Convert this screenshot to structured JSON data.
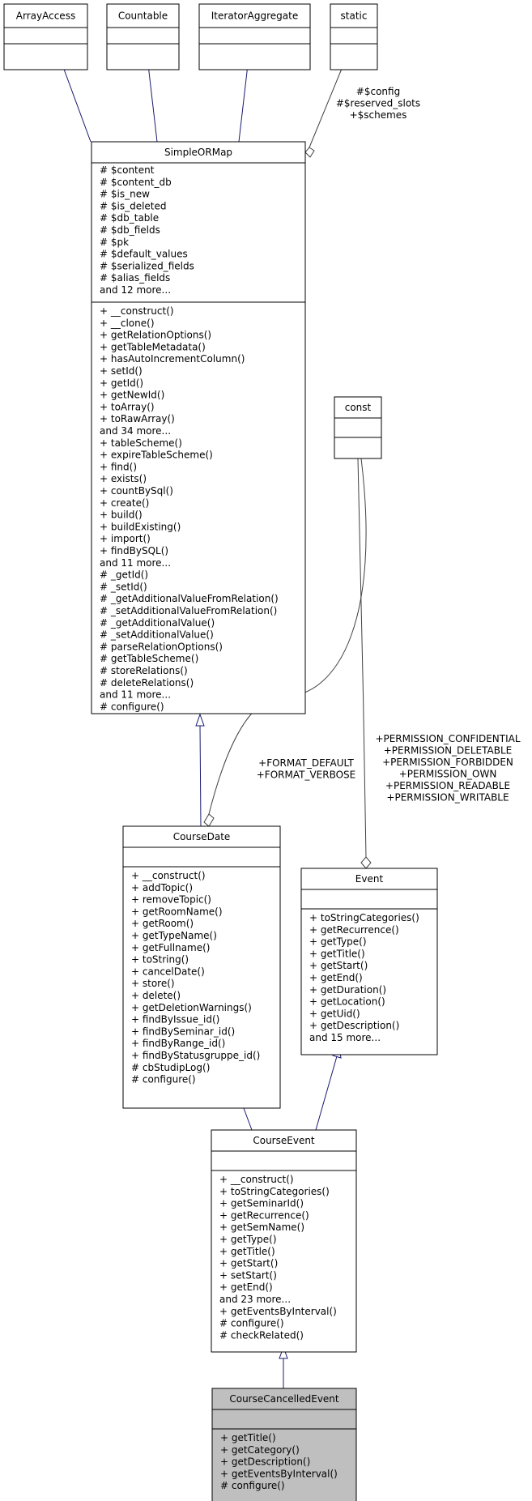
{
  "classes": {
    "array_access": {
      "name": "ArrayAccess",
      "attributes": [],
      "methods": []
    },
    "countable": {
      "name": "Countable",
      "attributes": [],
      "methods": []
    },
    "iterator_aggregate": {
      "name": "IteratorAggregate",
      "attributes": [],
      "methods": []
    },
    "static": {
      "name": "static",
      "attributes": [],
      "methods": []
    },
    "simple_or_map": {
      "name": "SimpleORMap",
      "attributes": [
        "# $content",
        "# $content_db",
        "# $is_new",
        "# $is_deleted",
        "# $db_table",
        "# $db_fields",
        "# $pk",
        "# $default_values",
        "# $serialized_fields",
        "# $alias_fields",
        "and 12 more..."
      ],
      "methods": [
        "+ __construct()",
        "+ __clone()",
        "+ getRelationOptions()",
        "+ getTableMetadata()",
        "+ hasAutoIncrementColumn()",
        "+ setId()",
        "+ getId()",
        "+ getNewId()",
        "+ toArray()",
        "+ toRawArray()",
        "and 34 more...",
        "+ tableScheme()",
        "+ expireTableScheme()",
        "+ find()",
        "+ exists()",
        "+ countBySql()",
        "+ create()",
        "+ build()",
        "+ buildExisting()",
        "+ import()",
        "+ findBySQL()",
        "and 11 more...",
        "# _getId()",
        "# _setId()",
        "# _getAdditionalValueFromRelation()",
        "# _setAdditionalValueFromRelation()",
        "# _getAdditionalValue()",
        "# _setAdditionalValue()",
        "# parseRelationOptions()",
        "# getTableScheme()",
        "# storeRelations()",
        "# deleteRelations()",
        "and 11 more...",
        "# configure()"
      ]
    },
    "const": {
      "name": "const",
      "attributes": [],
      "methods": []
    },
    "course_date": {
      "name": "CourseDate",
      "attributes": [],
      "methods": [
        "+ __construct()",
        "+ addTopic()",
        "+ removeTopic()",
        "+ getRoomName()",
        "+ getRoom()",
        "+ getTypeName()",
        "+ getFullname()",
        "+ toString()",
        "+ cancelDate()",
        "+ store()",
        "+ delete()",
        "+ getDeletionWarnings()",
        "+ findByIssue_id()",
        "+ findBySeminar_id()",
        "+ findByRange_id()",
        "+ findByStatusgruppe_id()",
        "# cbStudipLog()",
        "# configure()"
      ]
    },
    "event": {
      "name": "Event",
      "attributes": [],
      "methods": [
        "+ toStringCategories()",
        "+ getRecurrence()",
        "+ getType()",
        "+ getTitle()",
        "+ getStart()",
        "+ getEnd()",
        "+ getDuration()",
        "+ getLocation()",
        "+ getUid()",
        "+ getDescription()",
        "and 15 more..."
      ]
    },
    "course_event": {
      "name": "CourseEvent",
      "attributes": [],
      "methods": [
        "+ __construct()",
        "+ toStringCategories()",
        "+ getSeminarId()",
        "+ getRecurrence()",
        "+ getSemName()",
        "+ getType()",
        "+ getTitle()",
        "+ getStart()",
        "+ setStart()",
        "+ getEnd()",
        "and 23 more...",
        "+ getEventsByInterval()",
        "# configure()",
        "# checkRelated()"
      ]
    },
    "course_cancelled_event": {
      "name": "CourseCancelledEvent",
      "attributes": [],
      "methods": [
        "+ getTitle()",
        "+ getCategory()",
        "+ getDescription()",
        "+ getEventsByInterval()",
        "# configure()"
      ]
    }
  },
  "edge_labels": {
    "static_to_sorm": [
      "#$config",
      "#$reserved_slots",
      "+$schemes"
    ],
    "const_to_coursedate": [
      "+FORMAT_DEFAULT",
      "+FORMAT_VERBOSE"
    ],
    "const_to_event": [
      "+PERMISSION_CONFIDENTIAL",
      "+PERMISSION_DELETABLE",
      "+PERMISSION_FORBIDDEN",
      "+PERMISSION_OWN",
      "+PERMISSION_READABLE",
      "+PERMISSION_WRITABLE"
    ]
  },
  "colors": {
    "inheritance_edge": "#191970",
    "association_edge": "#404040",
    "highlight_fill": "#bfbfbf",
    "box_fill": "#ffffff",
    "border": "#000000"
  }
}
